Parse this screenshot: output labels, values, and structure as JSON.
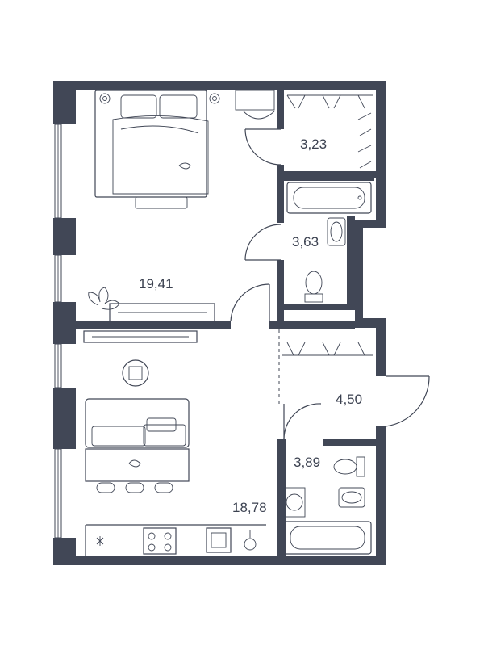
{
  "rooms": {
    "bedroom": {
      "area": "19,41"
    },
    "wardrobe_top": {
      "area": "3,23"
    },
    "bathroom_top": {
      "area": "3,63"
    },
    "hall": {
      "area": "4,50"
    },
    "bathroom_bottom": {
      "area": "3,89"
    },
    "kitchen_living": {
      "area": "18,78"
    }
  },
  "colors": {
    "wall": "#414756",
    "text": "#3b4150",
    "background": "#ffffff"
  },
  "icons": [
    "bed-icon",
    "plant-icon",
    "bathtub-icon",
    "toilet-icon",
    "sink-icon",
    "washing-machine-icon",
    "stove-icon",
    "kitchen-sink-icon",
    "sofa-icon",
    "dining-table-icon",
    "clock-icon"
  ]
}
